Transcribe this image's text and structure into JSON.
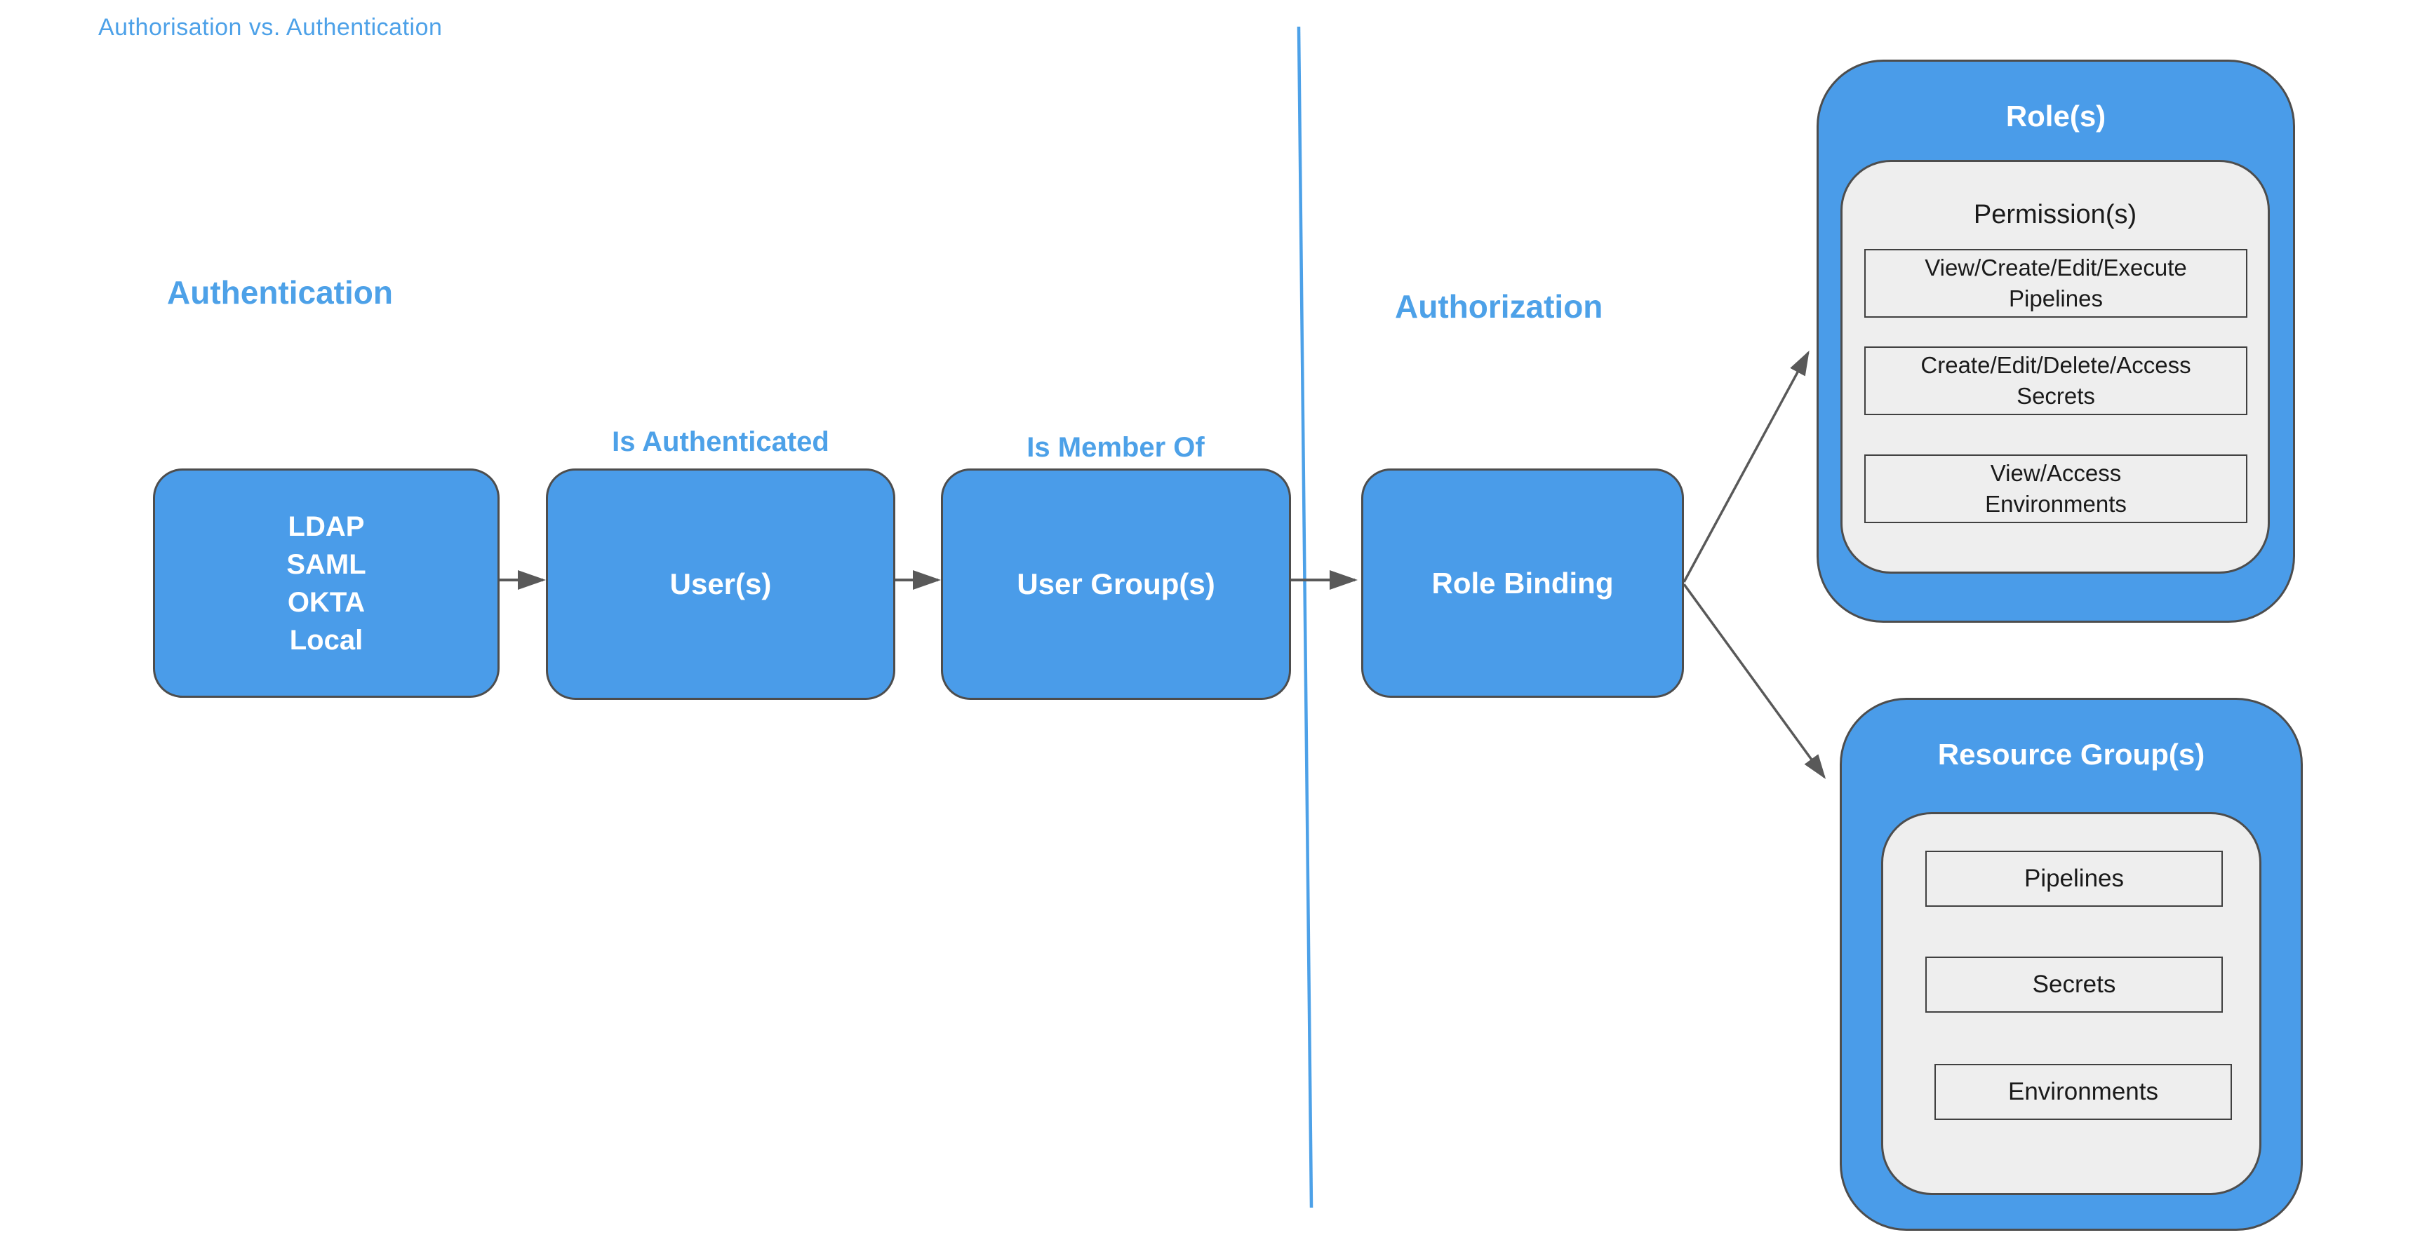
{
  "title": "Authorisation vs. Authentication",
  "colors": {
    "heading-blue": "#4da1e8",
    "box-blue": "#4a9ce9",
    "box-border": "#4d4d4d",
    "panel-gray": "#eeeeee",
    "rect-border": "#404040",
    "arrow-gray": "#595959",
    "divider-blue": "#4da1e8",
    "box-text": "#ffffff",
    "dark-text": "#1a1a1a"
  },
  "sections": {
    "authentication": {
      "heading": "Authentication"
    },
    "authorization": {
      "heading": "Authorization"
    }
  },
  "flow": {
    "identity_providers": {
      "lines": [
        "LDAP",
        "SAML",
        "OKTA",
        "Local"
      ]
    },
    "users": {
      "label": "User(s)",
      "annotation": "Is Authenticated"
    },
    "user_groups": {
      "label": "User Group(s)",
      "annotation": "Is Member Of"
    },
    "role_binding": {
      "label": "Role Binding"
    }
  },
  "roles": {
    "title": "Role(s)",
    "permissions_title": "Permission(s)",
    "permissions": [
      {
        "line1": "View/Create/Edit/Execute",
        "line2": "Pipelines"
      },
      {
        "line1": "Create/Edit/Delete/Access",
        "line2": "Secrets"
      },
      {
        "line1": "View/Access",
        "line2": "Environments"
      }
    ]
  },
  "resource_groups": {
    "title": "Resource Group(s)",
    "resources": [
      "Pipelines",
      "Secrets",
      "Environments"
    ]
  }
}
